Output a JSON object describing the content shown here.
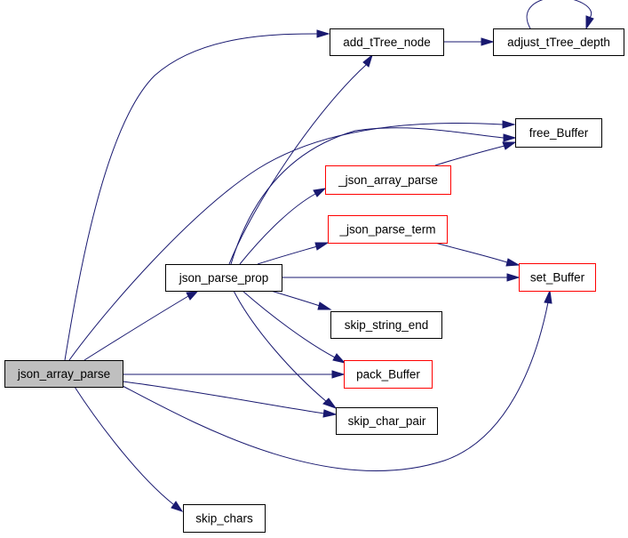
{
  "diagram": {
    "type": "call-graph",
    "colors": {
      "edge": "#191970",
      "root_fill": "#bfbfbf",
      "node_fill": "#ffffff",
      "normal_border": "#000000",
      "truncated_border": "#ff0000"
    },
    "nodes": [
      {
        "id": "json_array_parse",
        "label": "json_array_parse",
        "style": "root"
      },
      {
        "id": "json_parse_prop",
        "label": "json_parse_prop",
        "style": "normal"
      },
      {
        "id": "add_tTree_node",
        "label": "add_tTree_node",
        "style": "normal"
      },
      {
        "id": "adjust_tTree_depth",
        "label": "adjust_tTree_depth",
        "style": "normal"
      },
      {
        "id": "free_Buffer",
        "label": "free_Buffer",
        "style": "normal"
      },
      {
        "id": "_json_array_parse",
        "label": "_json_array_parse",
        "style": "truncated"
      },
      {
        "id": "_json_parse_term",
        "label": "_json_parse_term",
        "style": "truncated"
      },
      {
        "id": "set_Buffer",
        "label": "set_Buffer",
        "style": "truncated"
      },
      {
        "id": "skip_string_end",
        "label": "skip_string_end",
        "style": "normal"
      },
      {
        "id": "pack_Buffer",
        "label": "pack_Buffer",
        "style": "truncated"
      },
      {
        "id": "skip_char_pair",
        "label": "skip_char_pair",
        "style": "normal"
      },
      {
        "id": "skip_chars",
        "label": "skip_chars",
        "style": "normal"
      }
    ],
    "edges": [
      {
        "from": "json_array_parse",
        "to": "add_tTree_node"
      },
      {
        "from": "json_array_parse",
        "to": "free_Buffer"
      },
      {
        "from": "json_array_parse",
        "to": "json_parse_prop"
      },
      {
        "from": "json_array_parse",
        "to": "pack_Buffer"
      },
      {
        "from": "json_array_parse",
        "to": "skip_char_pair"
      },
      {
        "from": "json_array_parse",
        "to": "set_Buffer"
      },
      {
        "from": "json_array_parse",
        "to": "skip_chars"
      },
      {
        "from": "add_tTree_node",
        "to": "adjust_tTree_depth"
      },
      {
        "from": "adjust_tTree_depth",
        "to": "adjust_tTree_depth"
      },
      {
        "from": "json_parse_prop",
        "to": "add_tTree_node"
      },
      {
        "from": "json_parse_prop",
        "to": "free_Buffer"
      },
      {
        "from": "json_parse_prop",
        "to": "_json_array_parse"
      },
      {
        "from": "json_parse_prop",
        "to": "_json_parse_term"
      },
      {
        "from": "json_parse_prop",
        "to": "set_Buffer"
      },
      {
        "from": "json_parse_prop",
        "to": "skip_string_end"
      },
      {
        "from": "json_parse_prop",
        "to": "pack_Buffer"
      },
      {
        "from": "json_parse_prop",
        "to": "skip_char_pair"
      },
      {
        "from": "_json_array_parse",
        "to": "free_Buffer"
      },
      {
        "from": "_json_parse_term",
        "to": "set_Buffer"
      }
    ]
  }
}
